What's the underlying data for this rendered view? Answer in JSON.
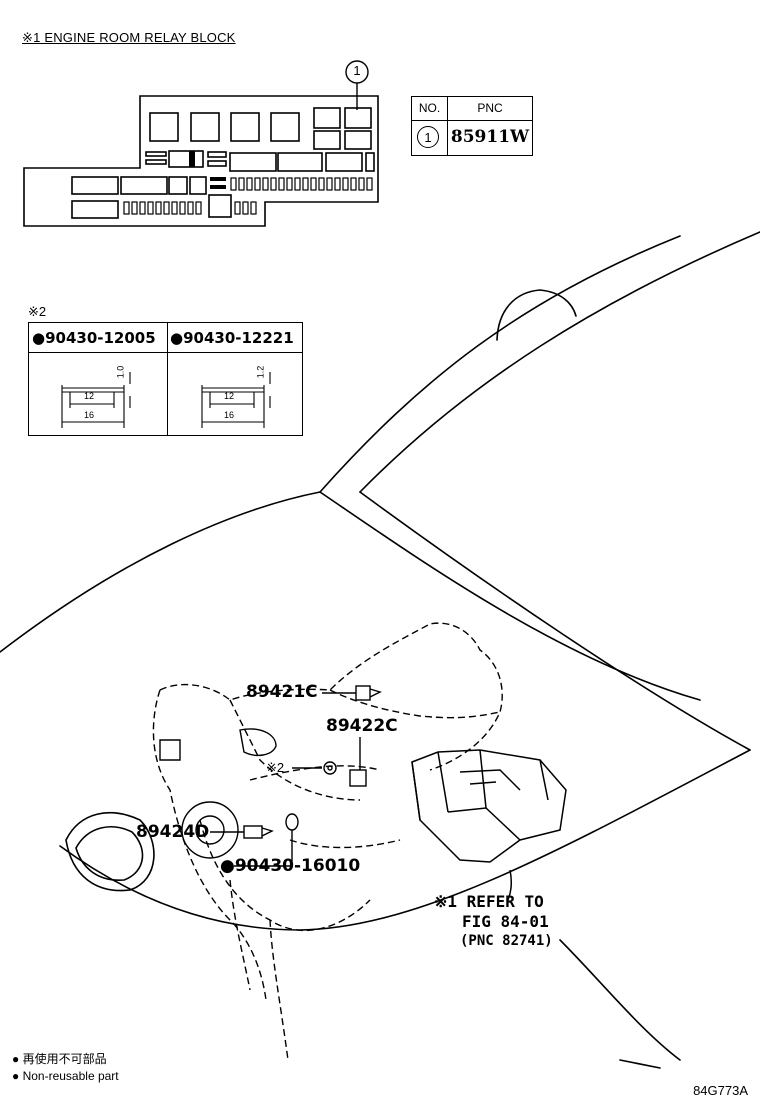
{
  "header": {
    "title": "※1 ENGINE ROOM RELAY BLOCK"
  },
  "pnc_table": {
    "col_no": "NO.",
    "col_pnc": "PNC",
    "rows": [
      {
        "no": "1",
        "pnc": "85911W"
      }
    ]
  },
  "callout_1": "1",
  "note2": {
    "label": "※2"
  },
  "clip_table": {
    "parts": [
      {
        "label": "●90430-12005",
        "dims": {
          "inner": "12",
          "outer": "16",
          "thickness": "1.0"
        }
      },
      {
        "label": "●90430-12221",
        "dims": {
          "inner": "12",
          "outer": "16",
          "thickness": "1.2"
        }
      }
    ]
  },
  "parts": {
    "p89421c": "89421C",
    "p89422c": "89422C",
    "note2_ref": "※2",
    "p89424d": "89424D",
    "p90430": "●90430-16010"
  },
  "refer": {
    "line1": "※1 REFER TO",
    "line2": "FIG 84-01",
    "line3": "(PNC 82741)"
  },
  "legend": {
    "jp": "● 再使用不可部品",
    "en": "● Non-reusable part"
  },
  "figure_code": "84G773A"
}
